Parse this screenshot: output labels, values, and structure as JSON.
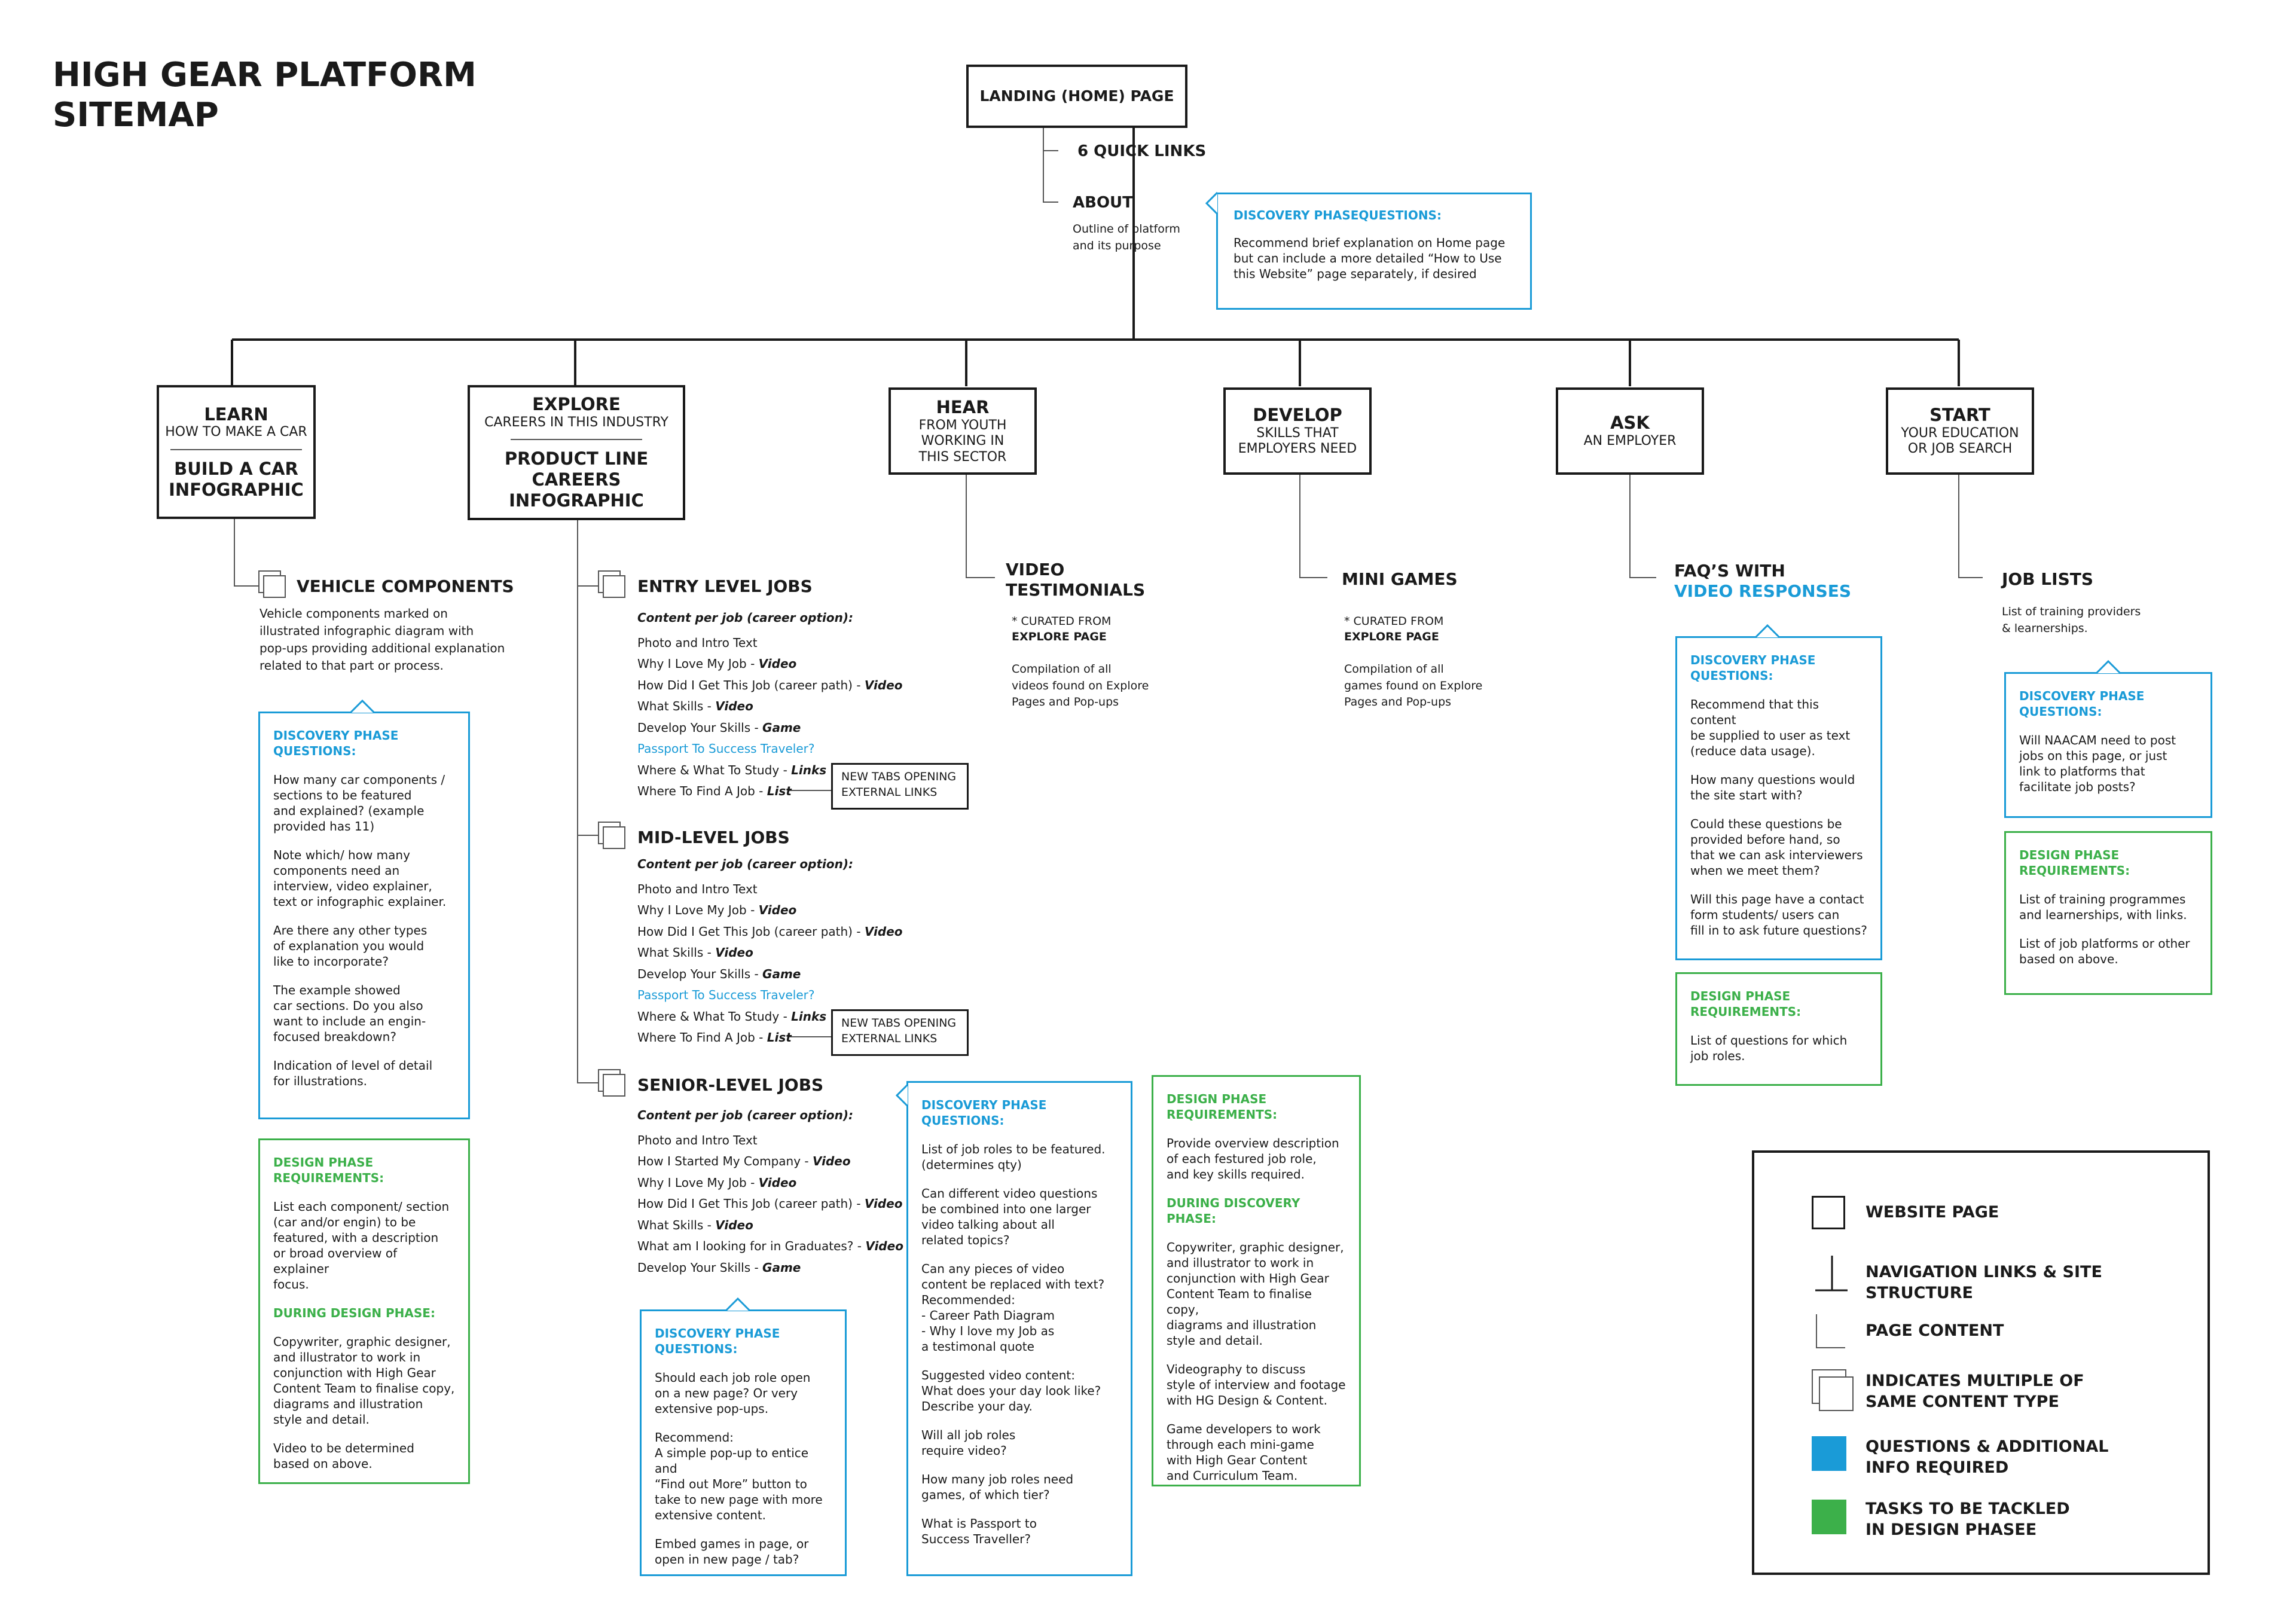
{
  "title": "HIGH GEAR PLATFORM\nSITEMAP",
  "colors": {
    "discovery": "#1a9bd7",
    "design": "#3cb04a",
    "line": "#1a1a1a"
  },
  "landing": "LANDING (HOME) PAGE",
  "quick_links": "6 QUICK LINKS",
  "about": {
    "title": "ABOUT",
    "desc": "Outline of platform\nand its purpose"
  },
  "about_discovery": {
    "heading": "DISCOVERY PHASEQUESTIONS:",
    "body": "Recommend brief explanation on Home page\nbut can include a more detailed “How to Use\nthis Website” page separately, if desired"
  },
  "sections": {
    "learn": {
      "title": "LEARN",
      "sub": "HOW TO MAKE A CAR",
      "bottom": "BUILD A CAR\nINFOGRAPHIC"
    },
    "explore": {
      "title": "EXPLORE",
      "sub": "CAREERS IN THIS INDUSTRY",
      "bottom": "PRODUCT LINE\nCAREERS  INFOGRAPHIC"
    },
    "hear": {
      "title": "HEAR",
      "sub": "FROM YOUTH\nWORKING IN\nTHIS SECTOR"
    },
    "develop": {
      "title": "DEVELOP",
      "sub": "SKILLS THAT\nEMPLOYERS NEED"
    },
    "ask": {
      "title": "ASK",
      "sub": "AN EMPLOYER"
    },
    "start": {
      "title": "START",
      "sub": "YOUR  EDUCATION\nOR JOB SEARCH"
    }
  },
  "vehicle": {
    "title": "VEHICLE COMPONENTS",
    "desc": "Vehicle components marked on\nillustrated infographic diagram with\npop-ups providing additional explanation\nrelated to that part or process.",
    "discovery": {
      "heading": "DISCOVERY PHASE\nQUESTIONS:",
      "items": [
        "How many car components /\nsections to be featured\nand explained? (example\nprovided has 11)",
        "Note which/ how many\ncomponents need an\ninterview, video explainer,\ntext or infographic explainer.",
        "Are there any other types\nof explanation you would\nlike to incorporate?",
        "The example showed\ncar sections. Do you also\nwant to include an engin-\nfocused breakdown?",
        "Indication of level of detail\nfor illustrations."
      ]
    },
    "design": {
      "heading": "DESIGN PHASE\nREQUIREMENTS:",
      "body": "List each component/ section\n(car and/or engin) to be\nfeatured, with a description\nor broad overview of explainer\nfocus.",
      "heading2": "DURING DESIGN PHASE:",
      "body2": "Copywriter, graphic designer,\nand illustrator to work in\nconjunction with High Gear\nContent Team to finalise copy,\ndiagrams and illustration\nstyle and detail.",
      "body3": "Video to be determined\nbased on above."
    }
  },
  "jobs": {
    "entry": {
      "title": "ENTRY LEVEL JOBS",
      "sub": "Content per job (career option):",
      "items": [
        {
          "t": "Photo and Intro Text",
          "k": ""
        },
        {
          "t": "Why I Love My Job - ",
          "k": "Video"
        },
        {
          "t": "How Did I Get This Job (career path) - ",
          "k": "Video"
        },
        {
          "t": "What Skills - ",
          "k": "Video"
        },
        {
          "t": "Develop Your Skills - ",
          "k": "Game"
        },
        {
          "t": "Passport To Success Traveler?",
          "k": "",
          "blue": true
        },
        {
          "t": "Where & What To Study - ",
          "k": "Links"
        },
        {
          "t": "Where To Find A Job - ",
          "k": "List"
        }
      ]
    },
    "mid": {
      "title": "MID-LEVEL JOBS",
      "sub": "Content per job (career option):",
      "items": [
        {
          "t": "Photo and Intro Text",
          "k": ""
        },
        {
          "t": "Why I Love My Job - ",
          "k": "Video"
        },
        {
          "t": "How Did I Get This Job (career path) - ",
          "k": "Video"
        },
        {
          "t": "What Skills - ",
          "k": "Video"
        },
        {
          "t": "Develop Your Skills - ",
          "k": "Game"
        },
        {
          "t": "Passport To Success Traveler?",
          "k": "",
          "blue": true
        },
        {
          "t": "Where & What To Study - ",
          "k": "Links"
        },
        {
          "t": "Where To Find A Job - ",
          "k": "List"
        }
      ]
    },
    "senior": {
      "title": "SENIOR-LEVEL JOBS",
      "sub": "Content per job (career option):",
      "items": [
        {
          "t": "Photo and Intro Text",
          "k": ""
        },
        {
          "t": "How I Started My Company - ",
          "k": "Video"
        },
        {
          "t": "Why I Love My Job - ",
          "k": "Video"
        },
        {
          "t": "How Did I Get This Job (career path) - ",
          "k": "Video"
        },
        {
          "t": "What Skills - ",
          "k": "Video"
        },
        {
          "t": "What am I looking for in Graduates? - ",
          "k": "Video"
        },
        {
          "t": "Develop Your Skills - ",
          "k": "Game"
        }
      ]
    },
    "new_tabs": "NEW TABS OPENING\nEXTERNAL LINKS",
    "discovery": {
      "heading": "DISCOVERY PHASE\nQUESTIONS:",
      "items": [
        "Should each job role open\non a new page? Or very\nextensive pop-ups.",
        "Recommend:\nA simple pop-up to entice and\n“Find out More” button to\ntake to new page with more\nextensive content.",
        "Embed games in page, or\nopen in new page / tab?"
      ]
    }
  },
  "video": {
    "title": "VIDEO\nTESTIMONIALS",
    "curated": "* CURATED FROM",
    "curated_src": "EXPLORE PAGE",
    "desc": "Compilation of all\nvideos found on Explore\nPages and Pop-ups",
    "discovery": {
      "heading": "DISCOVERY PHASE\nQUESTIONS:",
      "items": [
        "List of job roles to be featured.\n(determines qty)",
        "Can different video questions\nbe combined into one larger\nvideo talking about all\nrelated topics?",
        "Can any pieces of video\ncontent be replaced with text?\nRecommended:\n- Career Path Diagram\n- Why I love my Job as\n   a testimonal quote",
        "Suggested video content:\nWhat does your day look like?\nDescribe your day.",
        "Will all job roles\nrequire video?",
        "How many job roles need\ngames, of which tier?",
        "What is Passport to\nSuccess Traveller?"
      ]
    }
  },
  "games": {
    "title": "MINI GAMES",
    "curated": "* CURATED FROM",
    "curated_src": "EXPLORE PAGE",
    "desc": "Compilation of all\ngames found on Explore\nPages and Pop-ups",
    "design": {
      "heading": "DESIGN PHASE\nREQUIREMENTS:",
      "body": "Provide overview description\nof each festured job role,\nand key skills required.",
      "heading2": "DURING DISCOVERY PHASE:",
      "body2": "Copywriter, graphic designer,\nand illustrator to work in\nconjunction with High Gear\nContent Team to finalise copy,\ndiagrams and illustration\nstyle and detail.",
      "body3": "Videography to discuss\nstyle of interview and footage\nwith HG Design & Content.",
      "body4": "Game developers to work\nthrough each mini-game\nwith High Gear Content\nand Curriculum Team."
    }
  },
  "faq": {
    "title": "FAQ’S WITH",
    "title_blue": "VIDEO RESPONSES",
    "discovery": {
      "heading": "DISCOVERY PHASE\nQUESTIONS:",
      "items": [
        "Recommend that this content\nbe supplied to user as text\n(reduce data usage).",
        "How many questions would\nthe site start with?",
        "Could these questions be\nprovided before hand, so\nthat we can ask interviewers\nwhen we meet them?",
        "Will this page have a contact\nform students/ users can\nfill in to ask future questions?"
      ]
    },
    "design": {
      "heading": "DESIGN PHASE\nREQUIREMENTS:",
      "body": "List of questions for which\njob roles."
    }
  },
  "joblists": {
    "title": "JOB LISTS",
    "desc": "List of training providers\n& learnerships.",
    "discovery": {
      "heading": "DISCOVERY PHASE\nQUESTIONS:",
      "body": "Will NAACAM need to post\njobs on this page, or just\nlink to platforms that\nfacilitate job posts?"
    },
    "design": {
      "heading": "DESIGN PHASE\nREQUIREMENTS:",
      "body": "List of training programmes\nand learnerships, with links.",
      "body2": "List of job platforms or other\nbased on above."
    }
  },
  "legend": [
    {
      "icon": "website-page-icon",
      "label": "WEBSITE PAGE"
    },
    {
      "icon": "navigation-links-icon",
      "label": "NAVIGATION LINKS & SITE STRUCTURE"
    },
    {
      "icon": "page-content-icon",
      "label": "PAGE CONTENT"
    },
    {
      "icon": "multiple-content-icon",
      "label": "INDICATES MULTIPLE OF\nSAME CONTENT TYPE"
    },
    {
      "icon": "blue-swatch-icon",
      "label": "QUESTIONS & ADDITIONAL\nINFO REQUIRED"
    },
    {
      "icon": "green-swatch-icon",
      "label": "TASKS TO BE TACKLED\nIN DESIGN PHASEE"
    }
  ]
}
